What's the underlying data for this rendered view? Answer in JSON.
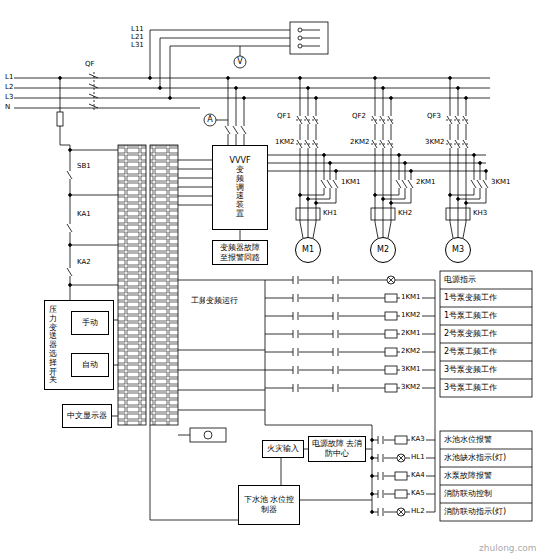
{
  "diagram": {
    "nodes": [
      {
        "text": [
          "VVVF",
          "变频调速装置"
        ]
      },
      {
        "text": [
          "变频器故障 至报警回路"
        ]
      },
      {
        "text": [
          "M1"
        ]
      },
      {
        "text": [
          "M2"
        ]
      },
      {
        "text": [
          "M3"
        ]
      },
      {
        "text": [
          "压力变送器选择开关"
        ]
      },
      {
        "text": [
          "手动"
        ],
        "in": 5
      },
      {
        "text": [
          "自动"
        ],
        "in": 5
      },
      {
        "text": [
          "中文显示器"
        ]
      },
      {
        "text": [
          "火灾输入"
        ]
      },
      {
        "text": [
          "电源故障 去消防中心"
        ]
      },
      {
        "text": [
          "下水池 水位控制器"
        ]
      }
    ],
    "edges": [
      {
        "from": 0,
        "to": 1,
        "arrow": "none"
      },
      {
        "from": 9,
        "to": 10,
        "arrow": "none"
      },
      {
        "from": 9,
        "to": 11,
        "arrow": "none"
      }
    ],
    "labels": [
      "L1",
      "L2",
      "L3",
      "N",
      "QF",
      "L11",
      "L21",
      "L31",
      "V",
      "A",
      "QF1",
      "QF2",
      "QF3",
      "1KM2",
      "2KM2",
      "3KM2",
      "1KM1",
      "2KM1",
      "3KM1",
      "KH1",
      "KH2",
      "KH3",
      "SB1",
      "KA1",
      "KA2",
      "工频运行",
      "变频运行",
      "1KM1",
      "1KM2",
      "2KM1",
      "2KM2",
      "3KM1",
      "3KM2",
      "KA3",
      "HL1",
      "KA4",
      "KA5",
      "HL2",
      "电源指示",
      "1号泵变频工作",
      "1号泵工频工作",
      "2号泵变频工作",
      "2号泵工频工作",
      "3号泵变频工作",
      "3号泵工频工作",
      "水池水位报警",
      "水池缺水指示(灯)",
      "水泵故障报警",
      "消防联动控制",
      "消防联动指示(灯)",
      "zhulong.com"
    ]
  }
}
